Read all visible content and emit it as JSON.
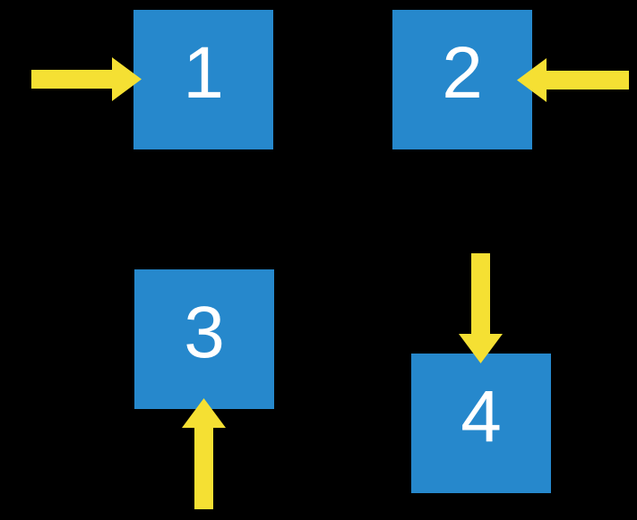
{
  "colors": {
    "background": "#000000",
    "box_fill": "#2688CC",
    "label_color": "#FFFFFF",
    "arrow_fill": "#F5E033"
  },
  "boxes": [
    {
      "label": "1",
      "arrow_icon": "arrow-right-icon",
      "arrow_position": "left-of-box"
    },
    {
      "label": "2",
      "arrow_icon": "arrow-left-icon",
      "arrow_position": "right-of-box"
    },
    {
      "label": "3",
      "arrow_icon": "arrow-up-icon",
      "arrow_position": "below-box"
    },
    {
      "label": "4",
      "arrow_icon": "arrow-down-icon",
      "arrow_position": "above-box"
    }
  ]
}
